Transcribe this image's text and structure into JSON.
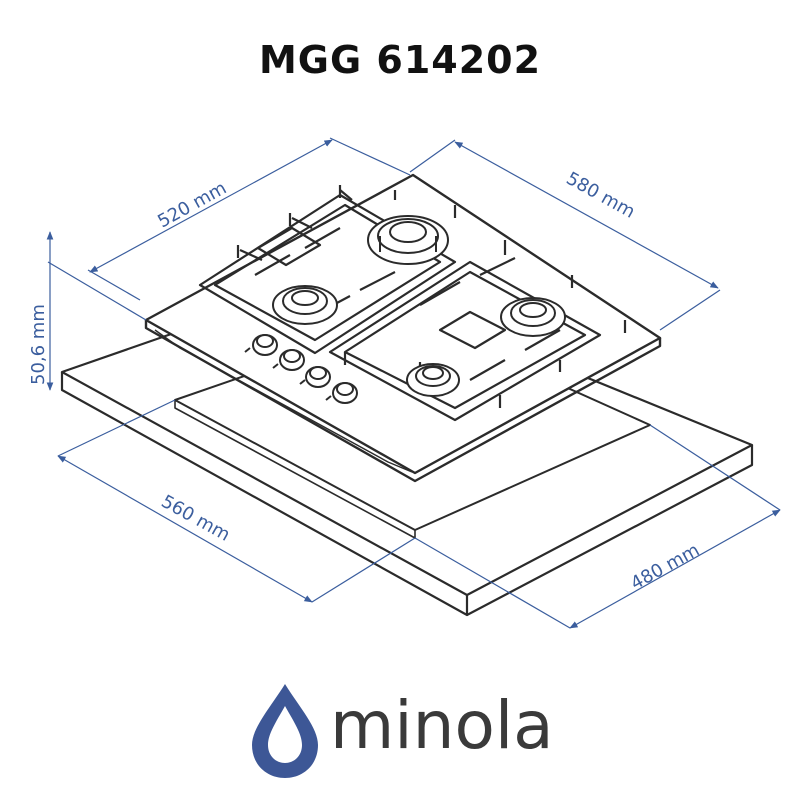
{
  "title": "MGG 614202",
  "dimensions": {
    "width_top": "520 mm",
    "depth_top": "580 mm",
    "height": "50,6 mm",
    "cutout_width": "560 mm",
    "cutout_depth": "480 mm"
  },
  "brand": {
    "name": "minola",
    "logo": "water-drop-icon"
  },
  "colors": {
    "dimension": "#3b5e9e",
    "outline": "#2b2b2b",
    "brand_drop": "#3d5796",
    "brand_text": "#3a3a3a"
  }
}
